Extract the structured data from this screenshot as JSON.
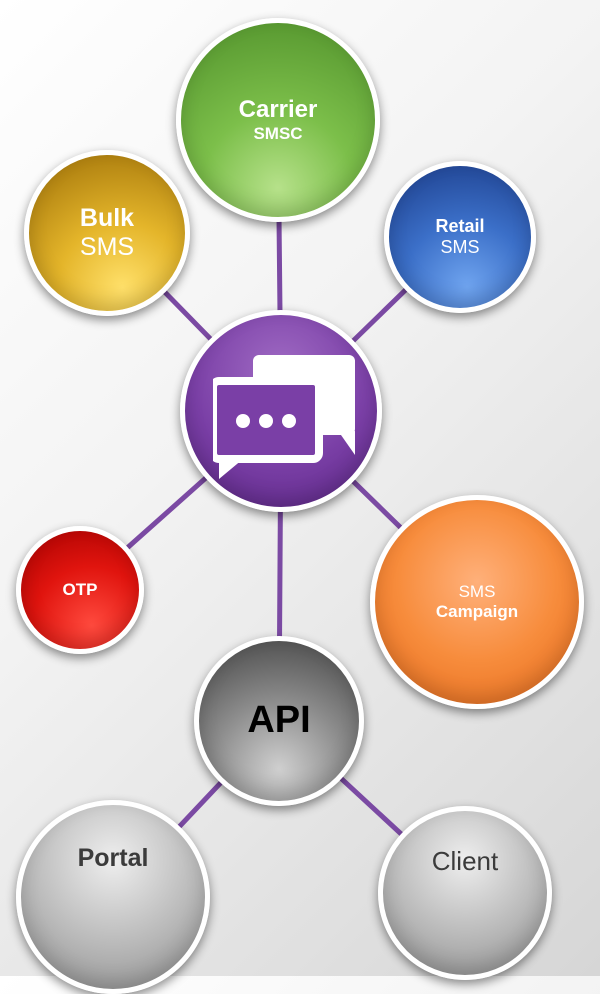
{
  "nodes": {
    "carrier": {
      "line1": "Carrier",
      "line2": "SMSC",
      "color": "#6aaa3a"
    },
    "bulk": {
      "line1": "Bulk",
      "line2": "SMS",
      "color": "#d09c12"
    },
    "retail": {
      "line1": "Retail",
      "line2": "SMS",
      "color": "#2f5fb8"
    },
    "otp": {
      "line1": "OTP",
      "color": "#e0140e"
    },
    "campaign": {
      "line1": "SMS",
      "line2": "Campaign",
      "color": "#f47c2c"
    },
    "api": {
      "line1": "API",
      "color": "#555555"
    },
    "portal": {
      "line1": "Portal",
      "color": "#b8b8b8"
    },
    "client": {
      "line1": "Client",
      "color": "#b8b8b8"
    }
  },
  "hub": {
    "icon": "chat-bubbles-icon",
    "color": "#7a3fa6"
  },
  "connector_color": "#7b4aa3"
}
